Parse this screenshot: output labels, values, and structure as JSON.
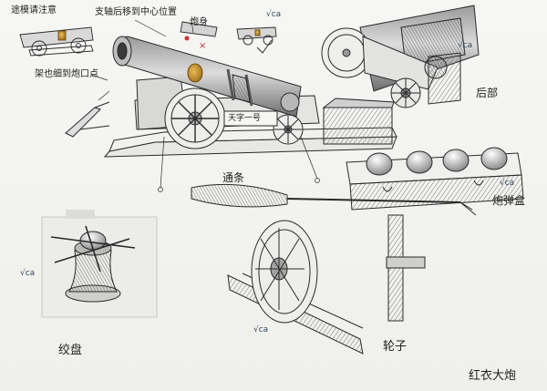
{
  "annotations": {
    "paint_sequence": "途模请注意",
    "trunnion_note": "支轴后移到中心位置",
    "x_mark": "×",
    "barrel_label": "炮身",
    "frame_note": "架也细到炮口点",
    "tail_label": "后部",
    "ramrod_label": "通条",
    "ammo_box_label": "炮弹盒",
    "winch_label": "绞盘",
    "wheel_label": "轮子",
    "carriage_plaque": "天字一号",
    "title": "红衣大炮"
  },
  "check_marks": [
    "√ca",
    "√ca",
    "√ca",
    "√ca",
    "√ca"
  ],
  "colors": {
    "paper": "#f3f3f1",
    "pencil": "#2a2a2a",
    "shade": "#8a8a8a",
    "brass": "#c8942e",
    "red_ink": "#b33333",
    "blue_ink": "#2f4f8a"
  }
}
